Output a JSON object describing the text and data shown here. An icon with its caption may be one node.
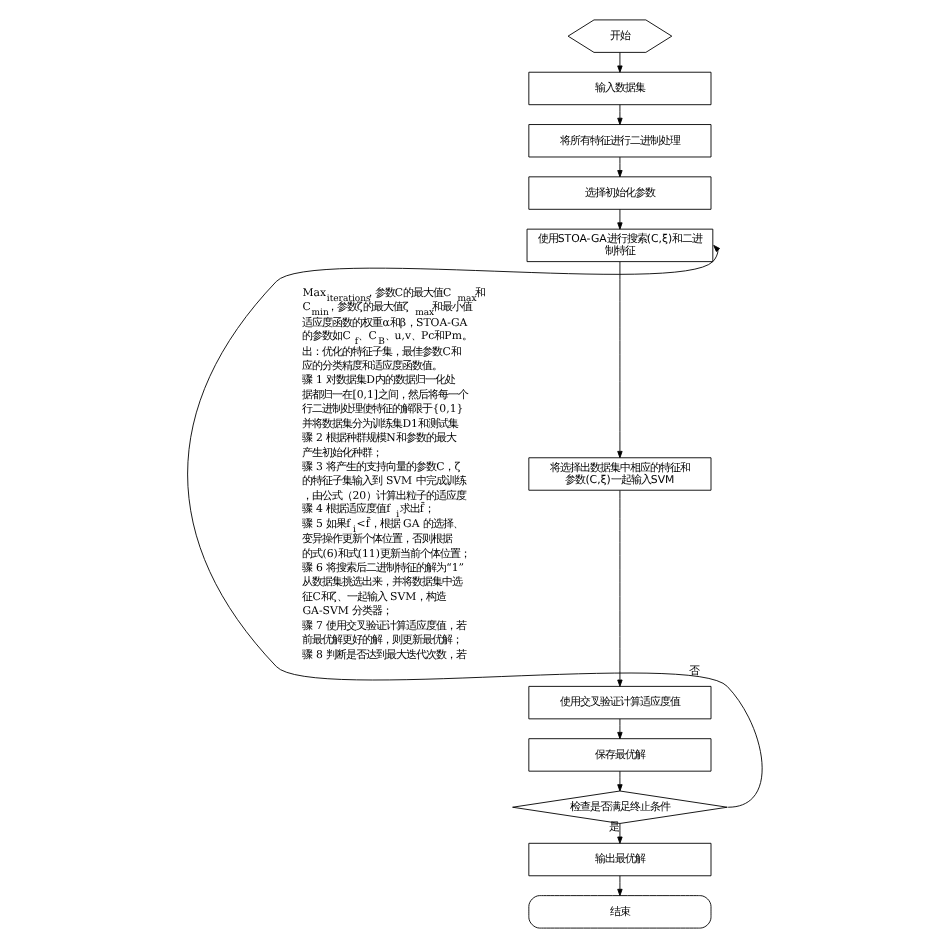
{
  "diagram": {
    "nodes": [
      {
        "text": [
          "开始"
        ]
      },
      {
        "text": [
          "输入数据集"
        ]
      },
      {
        "text": [
          "将所有特征进行二进制处理"
        ]
      },
      {
        "text": [
          "选择初始化参数"
        ]
      },
      {
        "text": [
          "使用STOA-GA进行搜索(C,ξ)和二进制特征"
        ]
      },
      {
        "text": [
          "将选择出数据集中相应的特征和参数(C,ξ)一起输入SVM"
        ]
      },
      {
        "text": [
          "使用交叉验证计算适应度值"
        ]
      },
      {
        "text": [
          "保存最优解"
        ]
      },
      {
        "text": [
          "检查是否满足终止条件"
        ]
      },
      {
        "text": [
          "输出最优解"
        ]
      },
      {
        "text": [
          "结束"
        ]
      }
    ],
    "edges": [
      {
        "from": 0,
        "to": 1,
        "arrow": "to"
      },
      {
        "from": 1,
        "to": 2,
        "arrow": "to"
      },
      {
        "from": 2,
        "to": 3,
        "arrow": "to"
      },
      {
        "from": 3,
        "to": 4,
        "arrow": "to"
      },
      {
        "from": 4,
        "to": 5,
        "arrow": "to"
      },
      {
        "from": 5,
        "to": 6,
        "arrow": "to"
      },
      {
        "from": 6,
        "to": 7,
        "arrow": "to"
      },
      {
        "from": 7,
        "to": 8,
        "arrow": "to"
      },
      {
        "from": 8,
        "to": 9,
        "arrow": "to",
        "label": "是"
      },
      {
        "from": 8,
        "to": 4,
        "arrow": "to",
        "label": "否"
      },
      {
        "from": 9,
        "to": 10,
        "arrow": "to"
      }
    ],
    "labels": [
      "Max$_{iterations}$，参数C的最大值C$_{max}$和",
      "C$_{min}$，参数ζ的最大值ζ$_{max}$和最小值",
      "适应度函数的权重α和β，STOA-GA",
      "的参数如C$_{f}$、C$_{B}$、u,v、Pc和Pm。",
      "出：优化的特征子集，最佳参数C和",
      "应的分类精度和适应度函数值。",
      "骤 1 对数据集D内的数据归一化处",
      "据都归一在[0,1]之间，然后将每一个",
      "行二进制处理使特征的解限于{0,1}",
      "并将数据集分为训练集D1和测试集",
      "骤 2 根据种群规模N和参数的最大",
      "产生初始化种群；",
      "骤 3 将产生的支持向量的参数C，ζ",
      "的特征子集输入到 SVM 中完成训练",
      "，由公式（20）计算出粒子的适应度",
      "骤 4 根据适应度值f$_{i}$求出f̄；",
      "骤 5 如果f$_{i}$<f̄，根据 GA 的选择、",
      "变异操作更新个体位置，否则根据",
      "的式(6)和式(11)更新当前个体位置；",
      "骤 6 将搜索后二进制特征的解为“1”",
      "从数据集挑选出来，并将数据集中选",
      "征C和ζ、一起输入 SVM，构造",
      "GA-SVM 分类器；",
      "骤 7 使用交叉验证计算适应度值，若",
      "前最优解更好的解，则更新最优解；",
      "骤 8 判断是否达到最大迭代次数，若"
    ]
  }
}
